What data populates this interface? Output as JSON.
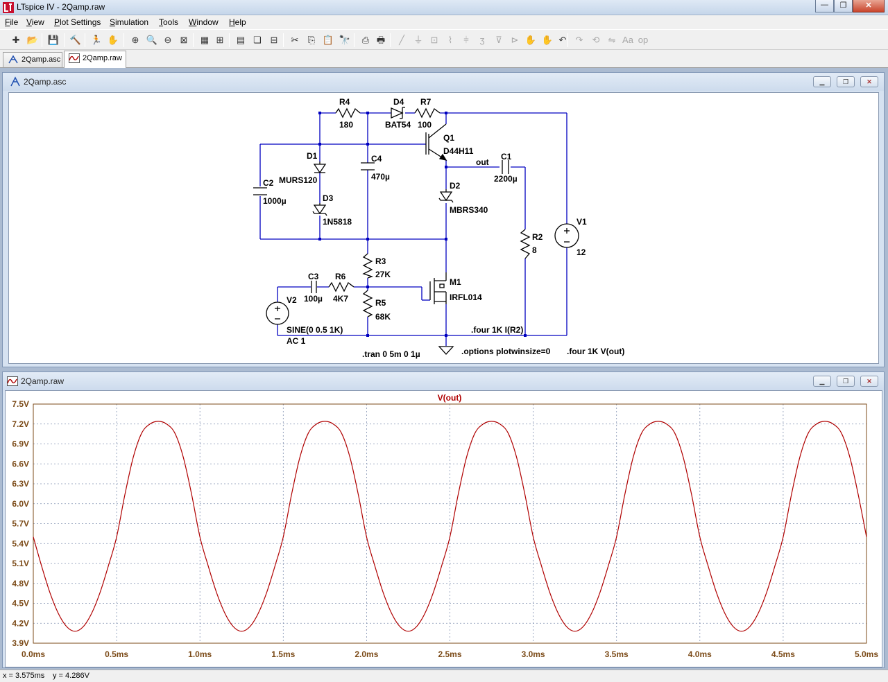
{
  "window": {
    "title": "LTspice IV - 2Qamp.raw",
    "controls": {
      "minimize": "—",
      "maximize": "❐",
      "close": "✕"
    }
  },
  "menu": {
    "items": [
      {
        "key": "F",
        "rest": "ile"
      },
      {
        "key": "V",
        "rest": "iew"
      },
      {
        "key": "P",
        "rest": "lot Settings"
      },
      {
        "key": "S",
        "rest": "imulation"
      },
      {
        "key": "T",
        "rest": "ools"
      },
      {
        "key": "W",
        "rest": "indow"
      },
      {
        "key": "H",
        "rest": "elp"
      }
    ]
  },
  "toolbar": {
    "buttons": [
      {
        "icon": "new-schematic-icon",
        "glyph": "✚"
      },
      {
        "icon": "open-icon",
        "glyph": "📂"
      },
      {
        "icon": "save-icon",
        "glyph": "💾"
      },
      {
        "icon": "control-panel-icon",
        "glyph": "🔨"
      },
      {
        "icon": "run-icon",
        "glyph": "🏃"
      },
      {
        "icon": "halt-icon",
        "glyph": "✋"
      },
      {
        "icon": "zoom-in-icon",
        "glyph": "⊕"
      },
      {
        "icon": "zoom-pan-icon",
        "glyph": "🔍"
      },
      {
        "icon": "zoom-out-icon",
        "glyph": "⊖"
      },
      {
        "icon": "zoom-fit-icon",
        "glyph": "⊠"
      },
      {
        "icon": "autorange-icon",
        "glyph": "▦"
      },
      {
        "icon": "grid-icon",
        "glyph": "⊞"
      },
      {
        "icon": "tile-horizontal-icon",
        "glyph": "▤"
      },
      {
        "icon": "cascade-icon",
        "glyph": "❏"
      },
      {
        "icon": "close-all-icon",
        "glyph": "⊟"
      },
      {
        "icon": "cut-icon",
        "glyph": "✂"
      },
      {
        "icon": "copy-icon",
        "glyph": "⎘"
      },
      {
        "icon": "paste-icon",
        "glyph": "📋"
      },
      {
        "icon": "find-icon",
        "glyph": "🔭"
      },
      {
        "icon": "print-setup-icon",
        "glyph": "⎙"
      },
      {
        "icon": "print-icon",
        "glyph": "🖶"
      },
      {
        "icon": "wire-icon",
        "glyph": "╱",
        "dim": true
      },
      {
        "icon": "ground-icon",
        "glyph": "⏚",
        "dim": true
      },
      {
        "icon": "label-net-icon",
        "glyph": "⊡",
        "dim": true
      },
      {
        "icon": "resistor-icon",
        "glyph": "⌇",
        "dim": true
      },
      {
        "icon": "capacitor-icon",
        "glyph": "⫩",
        "dim": true
      },
      {
        "icon": "inductor-icon",
        "glyph": "ʒ",
        "dim": true
      },
      {
        "icon": "diode-icon",
        "glyph": "⊽",
        "dim": true
      },
      {
        "icon": "component-icon",
        "glyph": "⊳",
        "dim": true
      },
      {
        "icon": "move-icon",
        "glyph": "✋",
        "dim": true
      },
      {
        "icon": "drag-icon",
        "glyph": "✋",
        "dim": true
      },
      {
        "icon": "undo-icon",
        "glyph": "↶"
      },
      {
        "icon": "redo-icon",
        "glyph": "↷",
        "dim": true
      },
      {
        "icon": "rotate-icon",
        "glyph": "⟲",
        "dim": true
      },
      {
        "icon": "mirror-icon",
        "glyph": "⇋",
        "dim": true
      },
      {
        "icon": "text-icon",
        "glyph": "Aa",
        "dim": true
      },
      {
        "icon": "spice-directive-icon",
        "glyph": "op",
        "dim": true
      }
    ]
  },
  "tabs": [
    {
      "label": "2Qamp.asc",
      "active": false
    },
    {
      "label": "2Qamp.raw",
      "active": true
    }
  ],
  "schematic_window": {
    "title": "2Qamp.asc",
    "components": {
      "R4": {
        "name": "R4",
        "value": "180"
      },
      "D4": {
        "name": "D4",
        "value": "BAT54"
      },
      "R7": {
        "name": "R7",
        "value": "100"
      },
      "Q1": {
        "name": "Q1",
        "value": "D44H11"
      },
      "C1": {
        "name": "C1",
        "value": "2200µ"
      },
      "out": {
        "name": "out"
      },
      "D1": {
        "name": "D1",
        "value": "MURS120"
      },
      "C4": {
        "name": "C4",
        "value": "470µ"
      },
      "C2": {
        "name": "C2",
        "value": "1000µ"
      },
      "D3": {
        "name": "D3",
        "value": "1N5818"
      },
      "D2": {
        "name": "D2",
        "value": "MBRS340"
      },
      "V1": {
        "name": "V1",
        "value": "12"
      },
      "R2": {
        "name": "R2",
        "value": "8"
      },
      "R3": {
        "name": "R3",
        "value": "27K"
      },
      "C3": {
        "name": "C3",
        "value": "100µ"
      },
      "R6": {
        "name": "R6",
        "value": "4K7"
      },
      "M1": {
        "name": "M1",
        "value": "IRFL014"
      },
      "R5": {
        "name": "R5",
        "value": "68K"
      },
      "V2": {
        "name": "V2",
        "value": "SINE(0 0.5 1K)",
        "ac": "AC 1"
      }
    },
    "directives": {
      "tran": ".tran 0 5m 0 1µ",
      "options": ".options plotwinsize=0",
      "four_i": ".four 1K I(R2)",
      "four_v": ".four 1K V(out)"
    }
  },
  "plot_window": {
    "title": "2Qamp.raw"
  },
  "chart_data": {
    "type": "line",
    "title": "",
    "trace": "V(out)",
    "xlabel": "",
    "ylabel": "",
    "x_unit": "ms",
    "y_unit": "V",
    "xlim": [
      0,
      5
    ],
    "ylim": [
      3.9,
      7.5
    ],
    "x_ticks": [
      "0.0ms",
      "0.5ms",
      "1.0ms",
      "1.5ms",
      "2.0ms",
      "2.5ms",
      "3.0ms",
      "3.5ms",
      "4.0ms",
      "4.5ms",
      "5.0ms"
    ],
    "y_ticks": [
      "7.5V",
      "7.2V",
      "6.9V",
      "6.6V",
      "6.3V",
      "6.0V",
      "5.7V",
      "5.4V",
      "5.1V",
      "4.8V",
      "4.5V",
      "4.2V",
      "3.9V"
    ],
    "grid": true,
    "series": [
      {
        "name": "V(out)",
        "color": "#b00000",
        "x": [
          0.0,
          0.05,
          0.1,
          0.15,
          0.2,
          0.25,
          0.3,
          0.35,
          0.4,
          0.45,
          0.5,
          0.55,
          0.6,
          0.65,
          0.7,
          0.75,
          0.8,
          0.85,
          0.9,
          0.95,
          1.0,
          1.05,
          1.1,
          1.15,
          1.2,
          1.25,
          1.3,
          1.35,
          1.4,
          1.45,
          1.5,
          1.55,
          1.6,
          1.65,
          1.7,
          1.75,
          1.8,
          1.85,
          1.9,
          1.95,
          2.0,
          2.05,
          2.1,
          2.15,
          2.2,
          2.25,
          2.3,
          2.35,
          2.4,
          2.45,
          2.5,
          2.55,
          2.6,
          2.65,
          2.7,
          2.75,
          2.8,
          2.85,
          2.9,
          2.95,
          3.0,
          3.05,
          3.1,
          3.15,
          3.2,
          3.25,
          3.3,
          3.35,
          3.4,
          3.45,
          3.5,
          3.55,
          3.6,
          3.65,
          3.7,
          3.75,
          3.8,
          3.85,
          3.9,
          3.95,
          4.0,
          4.05,
          4.1,
          4.15,
          4.2,
          4.25,
          4.3,
          4.35,
          4.4,
          4.45,
          4.5,
          4.55,
          4.6,
          4.65,
          4.7,
          4.75,
          4.8,
          4.85,
          4.9,
          4.95,
          5.0
        ],
        "y": [
          5.5,
          5.06,
          4.66,
          4.35,
          4.15,
          4.08,
          4.15,
          4.35,
          4.66,
          5.06,
          5.5,
          6.14,
          6.7,
          7.06,
          7.2,
          7.24,
          7.2,
          7.06,
          6.7,
          6.14,
          5.5,
          5.06,
          4.66,
          4.35,
          4.15,
          4.08,
          4.15,
          4.35,
          4.66,
          5.06,
          5.5,
          6.14,
          6.7,
          7.06,
          7.2,
          7.24,
          7.2,
          7.06,
          6.7,
          6.14,
          5.5,
          5.06,
          4.66,
          4.35,
          4.15,
          4.08,
          4.15,
          4.35,
          4.66,
          5.06,
          5.5,
          6.14,
          6.7,
          7.06,
          7.2,
          7.24,
          7.2,
          7.06,
          6.7,
          6.14,
          5.5,
          5.06,
          4.66,
          4.35,
          4.15,
          4.08,
          4.15,
          4.35,
          4.66,
          5.06,
          5.5,
          6.14,
          6.7,
          7.06,
          7.2,
          7.24,
          7.2,
          7.06,
          6.7,
          6.14,
          5.5,
          5.06,
          4.66,
          4.35,
          4.15,
          4.08,
          4.15,
          4.35,
          4.66,
          5.06,
          5.5,
          6.14,
          6.7,
          7.06,
          7.2,
          7.24,
          7.2,
          7.06,
          6.7,
          6.14,
          5.5
        ]
      }
    ]
  },
  "status": {
    "x_readout": "x = 3.575ms",
    "y_readout": "y = 4.286V"
  },
  "colors": {
    "wire": "#0000c0",
    "component": "#000000",
    "trace": "#b00000",
    "axis_label": "#7b4a17",
    "grid": "#8090b0"
  }
}
